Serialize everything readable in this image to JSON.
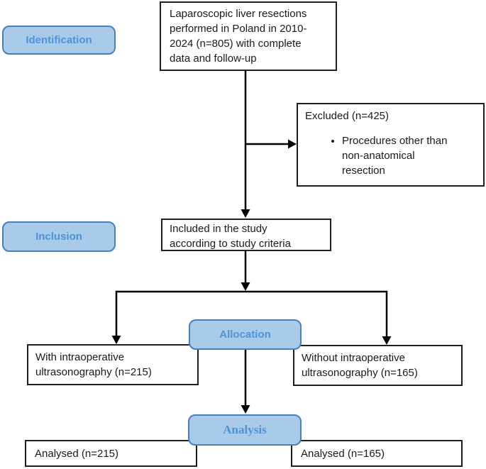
{
  "diagram": {
    "stages": {
      "identification": "Identification",
      "inclusion": "Inclusion",
      "allocation": "Allocation",
      "analysis": "Analysis"
    },
    "boxes": {
      "top": "Laparoscopic liver resections performed in Poland in 2010-2024 (n=805) with complete data and follow-up",
      "excluded_title": "Excluded (n=425)",
      "excluded_bullet": "Procedures other than non-anatomical resection",
      "included": "Included in the study according to study criteria",
      "with_iou": "With intraoperative ultrasonography (n=215)",
      "without_iou": "Without intraoperative ultrasonography (n=165)",
      "analysed_left": "Analysed (n=215)",
      "analysed_right": "Analysed (n=165)"
    },
    "colors": {
      "stage_fill": "#A9CBEA",
      "stage_border": "#4A7EBD",
      "stage_text": "#4E93D9",
      "line": "#000000"
    }
  }
}
